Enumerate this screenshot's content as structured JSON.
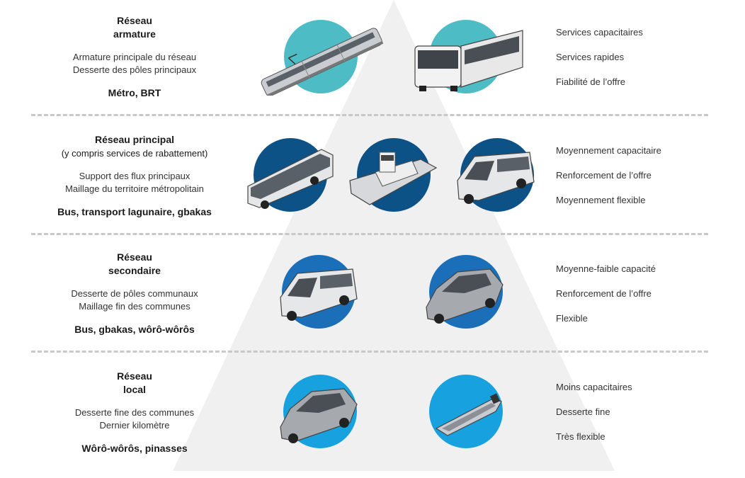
{
  "colors": {
    "pyramid": "#f0f0f0",
    "divider": "#c8c8c8",
    "tier1_circle": "#4ebcc5",
    "tier2_circle": "#0d5286",
    "tier3_circle": "#1a6fb8",
    "tier4_circle": "#17a2df",
    "vehicle": "#c9ccd1"
  },
  "tiers": [
    {
      "title_lines": [
        "Réseau",
        "armature"
      ],
      "desc_lines": [
        "Armature principale du réseau",
        "Desserte des pôles principaux"
      ],
      "modes": "Métro, BRT",
      "features": [
        "Services capacitaires",
        "Services rapides",
        "Fiabilité de l’offre"
      ],
      "icons": [
        "tram-icon",
        "articulated-bus-icon"
      ]
    },
    {
      "title_lines": [
        "Réseau principal",
        "(y compris services de rabattement)"
      ],
      "desc_lines": [
        "Support des flux principaux",
        "Maillage du territoire métropolitain"
      ],
      "modes": "Bus, transport lagunaire, gbakas",
      "features": [
        "Moyennement capacitaire",
        "Renforcement de l’offre",
        "Moyennement flexible"
      ],
      "icons": [
        "bus-icon",
        "boat-icon",
        "van-icon"
      ]
    },
    {
      "title_lines": [
        "Réseau",
        "secondaire"
      ],
      "desc_lines": [
        "Desserte de pôles communaux",
        "Maillage fin des communes"
      ],
      "modes": "Bus, gbakas, wôrô-wôrôs",
      "features": [
        "Moyenne-faible capacité",
        "Renforcement de l’offre",
        "Flexible"
      ],
      "icons": [
        "van-icon",
        "car-icon"
      ]
    },
    {
      "title_lines": [
        "Réseau",
        "local"
      ],
      "desc_lines": [
        "Desserte fine des communes",
        "Dernier kilomètre"
      ],
      "modes": "Wôrô-wôrôs, pinasses",
      "features": [
        "Moins capacitaires",
        "Desserte fine",
        "Très flexible"
      ],
      "icons": [
        "car-icon",
        "pinasse-icon"
      ]
    }
  ]
}
